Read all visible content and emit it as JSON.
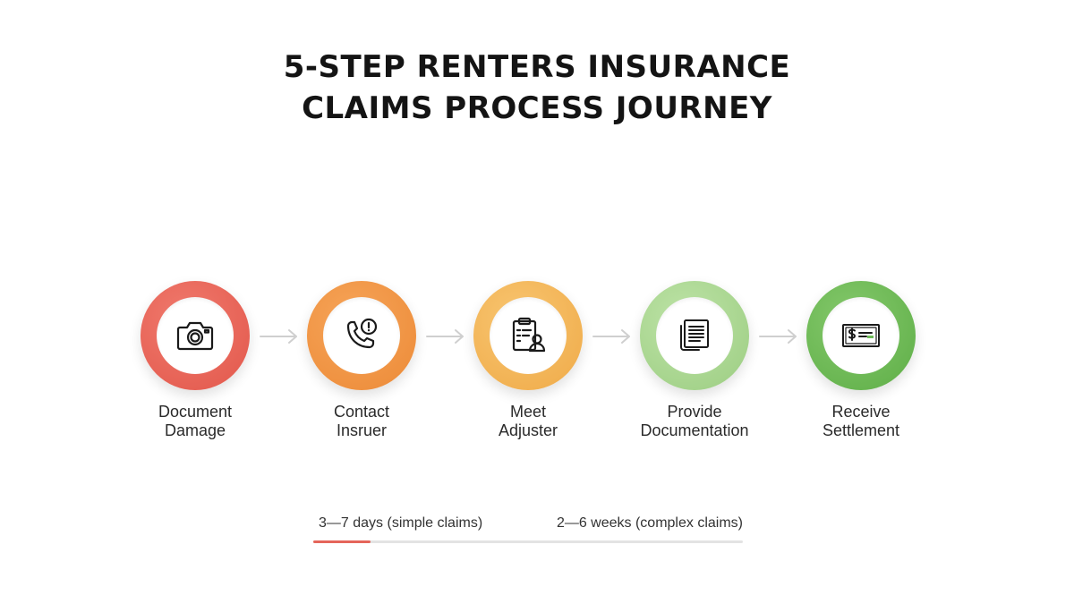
{
  "title": {
    "line1": "5-STEP RENTERS INSURANCE",
    "line2": "CLAIMS PROCESS JOURNEY"
  },
  "steps": [
    {
      "line1": "Document",
      "line2": "Damage",
      "icon": "camera-icon",
      "color": "#e8655a"
    },
    {
      "line1": "Contact",
      "line2": "Insruer",
      "icon": "phone-alert-icon",
      "color": "#f19545"
    },
    {
      "line1": "Meet",
      "line2": "Adjuster",
      "icon": "clipboard-person-icon",
      "color": "#f2b55a"
    },
    {
      "line1": "Provide",
      "line2": "Documentation",
      "icon": "documents-icon",
      "color": "#a8d58f"
    },
    {
      "line1": "Receive",
      "line2": "Settlement",
      "icon": "check-money-icon",
      "color": "#6dbb57"
    }
  ],
  "timeline": {
    "simple": "3—7 days (simple claims)",
    "complex": "2—6 weeks (complex claims)",
    "fill_color": "#e5655a"
  }
}
